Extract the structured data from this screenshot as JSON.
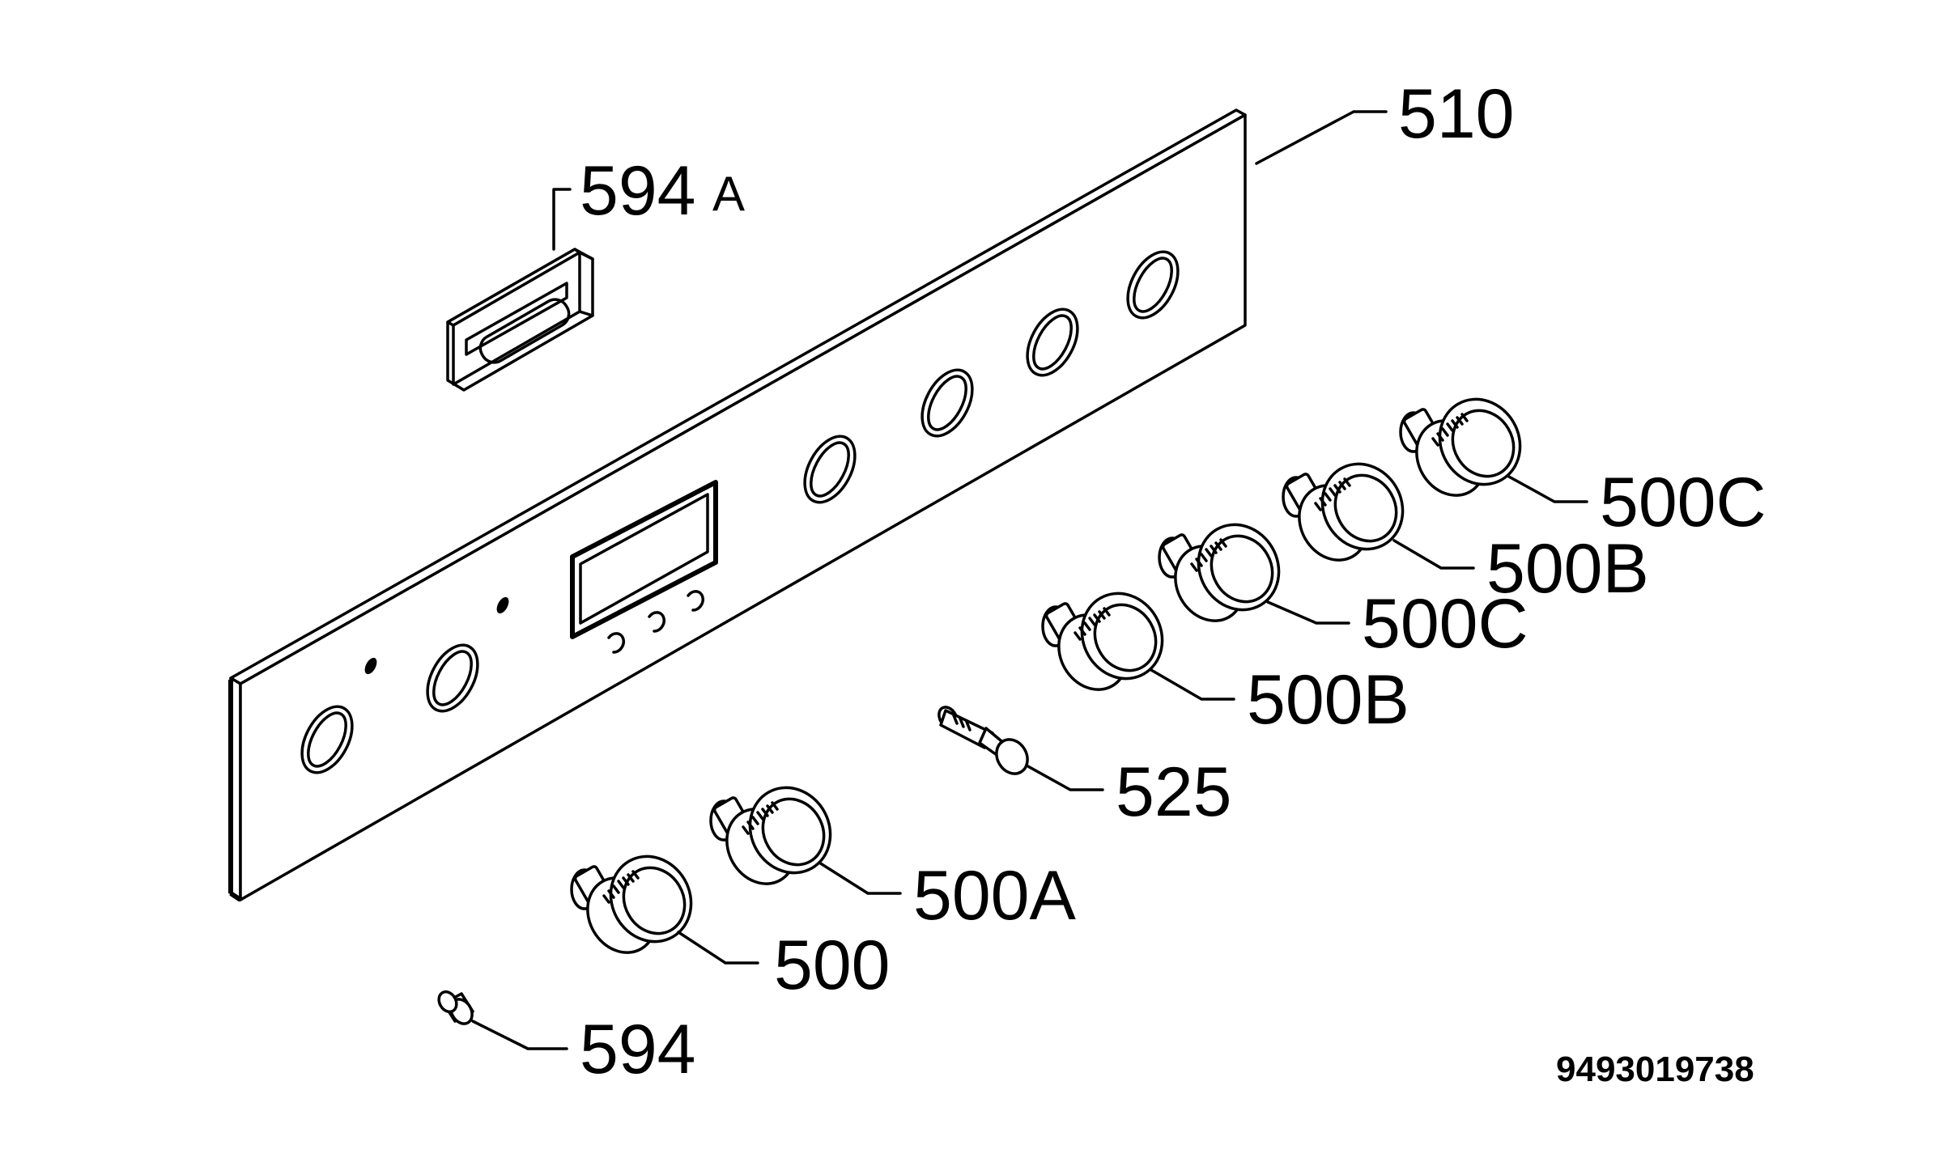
{
  "drawing": {
    "reference_code": "9493019738",
    "parts": [
      {
        "id": "p510",
        "label": "510"
      },
      {
        "id": "p594a",
        "label": "594",
        "suffix": "A"
      },
      {
        "id": "p500c_top",
        "label": "500C"
      },
      {
        "id": "p500b_upper",
        "label": "500B"
      },
      {
        "id": "p500c_mid",
        "label": "500C"
      },
      {
        "id": "p500b_lower",
        "label": "500B"
      },
      {
        "id": "p525",
        "label": "525"
      },
      {
        "id": "p500a",
        "label": "500A"
      },
      {
        "id": "p500",
        "label": "500"
      },
      {
        "id": "p594",
        "label": "594"
      }
    ]
  }
}
